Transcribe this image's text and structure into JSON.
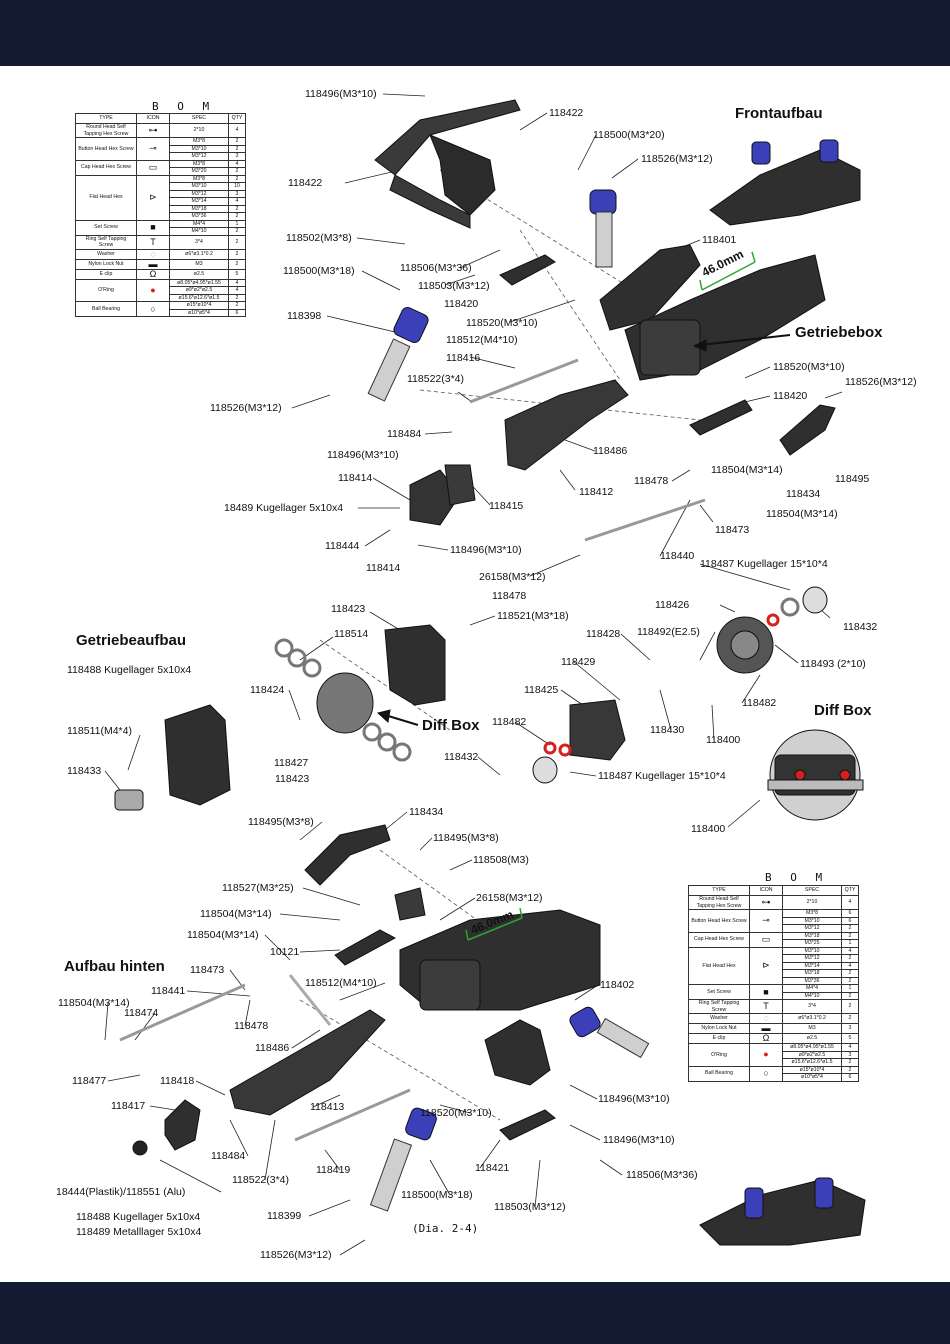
{
  "bom_title": "B O M",
  "bom_headers": [
    "TYPE",
    "ICON",
    "SPEC",
    "QTY"
  ],
  "bom_top": [
    {
      "type": "Round Head Self Tapping Hex Screw",
      "icon": "screw-icon",
      "specs": [
        "2*10"
      ],
      "qty": [
        "4"
      ]
    },
    {
      "type": "Button Head Hex Screw",
      "icon": "button-screw-icon",
      "specs": [
        "M3*8",
        "M3*10",
        "M3*12"
      ],
      "qty": [
        "2",
        "2",
        "3"
      ]
    },
    {
      "type": "Cap Head Hex Screw",
      "icon": "cap-screw-icon",
      "specs": [
        "M3*8",
        "M3*20"
      ],
      "qty": [
        "4",
        "2"
      ]
    },
    {
      "type": "Flat Head Hex",
      "icon": "flat-screw-icon",
      "specs": [
        "M3*8",
        "M3*10",
        "M3*12",
        "M3*14",
        "M3*18",
        "M3*36"
      ],
      "qty": [
        "2",
        "10",
        "3",
        "4",
        "2",
        "2"
      ]
    },
    {
      "type": "Set Screw",
      "icon": "set-screw-icon",
      "specs": [
        "M4*4",
        "M4*10"
      ],
      "qty": [
        "1",
        "2"
      ]
    },
    {
      "type": "Ring Self Tapping Screw",
      "icon": "ring-screw-icon",
      "specs": [
        "3*4"
      ],
      "qty": [
        "2"
      ]
    },
    {
      "type": "Washer",
      "icon": "washer-icon",
      "specs": [
        "ø6*ø3.1*0.2"
      ],
      "qty": [
        "2"
      ]
    },
    {
      "type": "Nylon Lock Nut",
      "icon": "nut-icon",
      "specs": [
        "M3"
      ],
      "qty": [
        "2"
      ]
    },
    {
      "type": "E clip",
      "icon": "eclip-icon",
      "specs": [
        "ø2.5"
      ],
      "qty": [
        "5"
      ]
    },
    {
      "type": "O'Ring",
      "icon": "oring-icon",
      "specs": [
        "ø8.05*ø4.95*ø1.55",
        "ø9*ø2*ø2.5",
        "ø15.6*ø12.6*ø1.5"
      ],
      "qty": [
        "4",
        "4",
        "2"
      ]
    },
    {
      "type": "Ball Bearing",
      "icon": "bearing-icon",
      "specs": [
        "ø15*ø10*4",
        "ø10*ø5*4"
      ],
      "qty": [
        "2",
        "6"
      ]
    }
  ],
  "bom_bottom": [
    {
      "type": "Round Head Self Tapping Hex Screw",
      "icon": "screw-icon",
      "specs": [
        "2*10"
      ],
      "qty": [
        "4"
      ]
    },
    {
      "type": "Button Head Hex Screw",
      "icon": "button-screw-icon",
      "specs": [
        "M3*8",
        "M3*10",
        "M3*12"
      ],
      "qty": [
        "6",
        "6",
        "2"
      ]
    },
    {
      "type": "Cap Head Hex Screw",
      "icon": "cap-screw-icon",
      "specs": [
        "M3*18",
        "M3*25"
      ],
      "qty": [
        "2",
        "1"
      ]
    },
    {
      "type": "Flat Head Hex",
      "icon": "flat-screw-icon",
      "specs": [
        "M3*10",
        "M3*12",
        "M3*14",
        "M3*18",
        "M3*36"
      ],
      "qty": [
        "4",
        "2",
        "4",
        "2",
        "2"
      ]
    },
    {
      "type": "Set Screw",
      "icon": "set-screw-icon",
      "specs": [
        "M4*4",
        "M4*10"
      ],
      "qty": [
        "1",
        "2"
      ]
    },
    {
      "type": "Ring Self Tapping Screw",
      "icon": "ring-screw-icon",
      "specs": [
        "3*4"
      ],
      "qty": [
        "2"
      ]
    },
    {
      "type": "Washer",
      "icon": "washer-icon",
      "specs": [
        "ø6*ø3.1*0.2"
      ],
      "qty": [
        "2"
      ]
    },
    {
      "type": "Nylon Lock Nut",
      "icon": "nut-icon",
      "specs": [
        "M3"
      ],
      "qty": [
        "3"
      ]
    },
    {
      "type": "E clip",
      "icon": "eclip-icon",
      "specs": [
        "ø2.5"
      ],
      "qty": [
        "5"
      ]
    },
    {
      "type": "O'Ring",
      "icon": "oring-icon",
      "specs": [
        "ø8.05*ø4.95*ø1.55",
        "ø9*ø2*ø2.5",
        "ø15.6*ø12.6*ø1.5"
      ],
      "qty": [
        "4",
        "3",
        "2"
      ]
    },
    {
      "type": "Ball Bearing",
      "icon": "bearing-icon",
      "specs": [
        "ø15*ø10*4",
        "ø10*ø5*4"
      ],
      "qty": [
        "2",
        "6"
      ]
    }
  ],
  "sections": {
    "front": "Frontaufbau",
    "gearbox": "Getriebebox",
    "gear_assembly": "Getriebeaufbau",
    "diff_box_arrow": "Diff Box",
    "diff_box": "Diff Box",
    "rear": "Aufbau hinten"
  },
  "measure_front": "46.0mm",
  "measure_rear": "46.0mm",
  "caption": "(Dia. 2-4)",
  "labels": {
    "l1": "118496(M3*10)",
    "l2": "118422",
    "l3": "118500(M3*20)",
    "l4": "118526(M3*12)",
    "l5": "118422",
    "l6": "118502(M3*8)",
    "l7": "118401",
    "l8": "118500(M3*18)",
    "l9": "118506(M3*36)",
    "l10": "118503(M3*12)",
    "l11": "118420",
    "l12": "118398",
    "l13": "118520(M3*10)",
    "l14": "118512(M4*10)",
    "l15": "118416",
    "l16": "118522(3*4)",
    "l17": "118520(M3*10)",
    "l18": "118526(M3*12)",
    "l19": "118526(M3*12)",
    "l20": "118420",
    "l21": "118484",
    "l22": "118486",
    "l23": "118496(M3*10)",
    "l24": "118414",
    "l25": "118504(M3*14)",
    "l26": "118495",
    "l27": "118478",
    "l28": "118434",
    "l29": "118412",
    "l30": "118415",
    "l31": "18489 Kugellager 5x10x4",
    "l32": "118504(M3*14)",
    "l33": "118473",
    "l34": "118444",
    "l35": "118496(M3*10)",
    "l36": "118414",
    "l37": "118440",
    "l38": "118487 Kugellager 15*10*4",
    "l39": "26158(M3*12)",
    "l40": "118478",
    "l41": "118423",
    "l42": "118521(M3*18)",
    "l43": "118426",
    "l44": "118432",
    "l45": "118514",
    "l46": "118428",
    "l47": "118492(E2.5)",
    "l48": "118488 Kugellager 5x10x4",
    "l49": "118429",
    "l50": "118493 (2*10)",
    "l51": "118424",
    "l52": "118425",
    "l53": "118482",
    "l54": "118511(M4*4)",
    "l55": "118482",
    "l56": "118430",
    "l57": "118400",
    "l58": "118427",
    "l59": "118433",
    "l60": "118423",
    "l61": "118432",
    "l62": "118487 Kugellager 15*10*4",
    "l63": "118400",
    "l64": "118434",
    "l65": "118495(M3*8)",
    "l66": "118495(M3*8)",
    "l67": "118508(M3)",
    "l68": "118527(M3*25)",
    "l69": "26158(M3*12)",
    "l70": "118504(M3*14)",
    "l71": "118504(M3*14)",
    "l72": "10121",
    "l73": "118473",
    "l74": "118512(M4*10)",
    "l75": "118402",
    "l76": "118441",
    "l77": "118504(M3*14)",
    "l78": "118474",
    "l79": "118478",
    "l80": "118486",
    "l81": "118477",
    "l82": "118418",
    "l83": "118417",
    "l84": "118413",
    "l85": "118520(M3*10)",
    "l86": "118496(M3*10)",
    "l87": "118496(M3*10)",
    "l88": "118484",
    "l89": "118421",
    "l90": "118419",
    "l91": "118506(M3*36)",
    "l92": "118522(3*4)",
    "l93": "18444(Plastik)/118551 (Alu)",
    "l94": "118500(M3*18)",
    "l95": "118503(M3*12)",
    "l96": "118488 Kugellager 5x10x4",
    "l97": "118489 Metalllager 5x10x4",
    "l98": "118399",
    "l99": "118526(M3*12)"
  }
}
